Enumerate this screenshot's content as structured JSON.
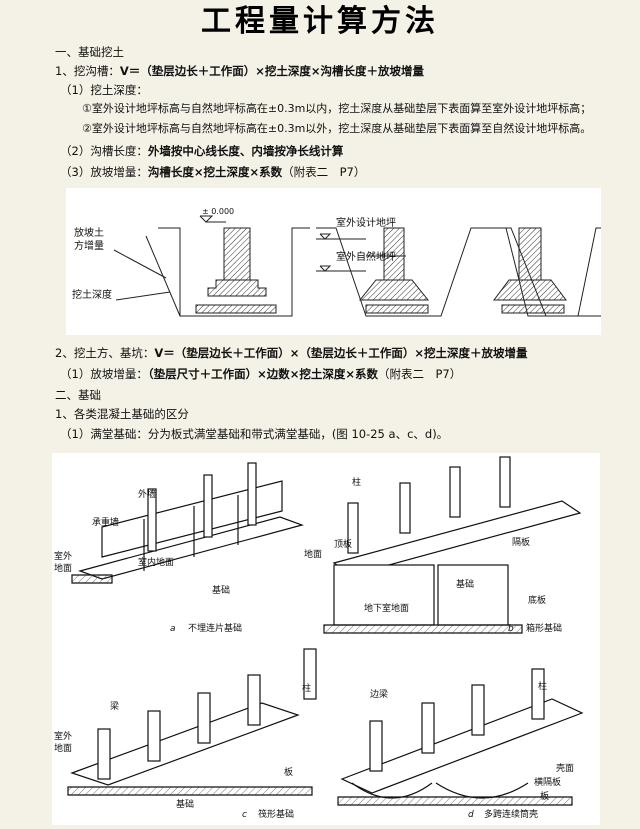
{
  "title": "工程量计算方法",
  "section1": {
    "heading": "一、基础挖土",
    "trench_prefix": "1、挖沟槽：",
    "trench_formula": "V＝（垫层边长＋工作面）×挖土深度×沟槽长度＋放坡增量",
    "depth_heading": "（1）挖土深度：",
    "depth_rule1": "①室外设计地坪标高与自然地坪标高在±0.3m以内，挖土深度从基础垫层下表面算至室外设计地坪标高；",
    "depth_rule2": "②室外设计地坪标高与自然地坪标高在±0.3m以外，挖土深度从基础垫层下表面算至自然设计地坪标高。",
    "length_prefix": "（2）沟槽长度：",
    "length_rule": "外墙按中心线长度、内墙按净长线计算",
    "slope_prefix": "（3）放坡增量：",
    "slope_rule": "沟槽长度×挖土深度×系数",
    "slope_ref": "（附表二　P7）",
    "figure1": {
      "elev": "± 0.000",
      "outdoor_design": "室外设计地坪",
      "outdoor_natural": "室外自然地坪",
      "slope_add": "放坡土",
      "slope_add2": "方增量",
      "dig_depth": "挖土深度"
    },
    "pit_prefix": "2、挖土方、基坑：",
    "pit_formula": "V＝（垫层边长＋工作面）×（垫层边长＋工作面）×挖土深度＋放坡增量",
    "pit_slope_prefix": "（1）放坡增量：",
    "pit_slope_rule": "（垫层尺寸＋工作面）×边数×挖土深度×系数",
    "pit_slope_ref": "（附表二　P7）"
  },
  "section2": {
    "heading": "二、基础",
    "item1": "1、各类混凝土基础的区分",
    "item1_sub": "（1）满堂基础：分为板式满堂基础和带式满堂基础，(图 10-25 a、c、d)。",
    "figure2": {
      "a_letter": "a",
      "a_caption": "不埋连片基础",
      "b_letter": "b",
      "b_caption": "箱形基础",
      "c_letter": "c",
      "c_caption": "筏形基础",
      "d_letter": "d",
      "d_caption": "多跨连续筒壳",
      "outer_wall": "外墙",
      "bearing_wall": "承重墙",
      "outdoor_ground": "室外",
      "outdoor_ground2": "地面",
      "indoor_ground": "室内地面",
      "foundation": "基础",
      "column": "柱",
      "top_slab": "顶板",
      "partition": "隔板",
      "basement_floor": "地下室地面",
      "bottom_slab": "底板",
      "beam": "梁",
      "slab": "板",
      "edge_beam": "边梁",
      "shell": "壳面",
      "cross_partition": "横隔板"
    }
  }
}
